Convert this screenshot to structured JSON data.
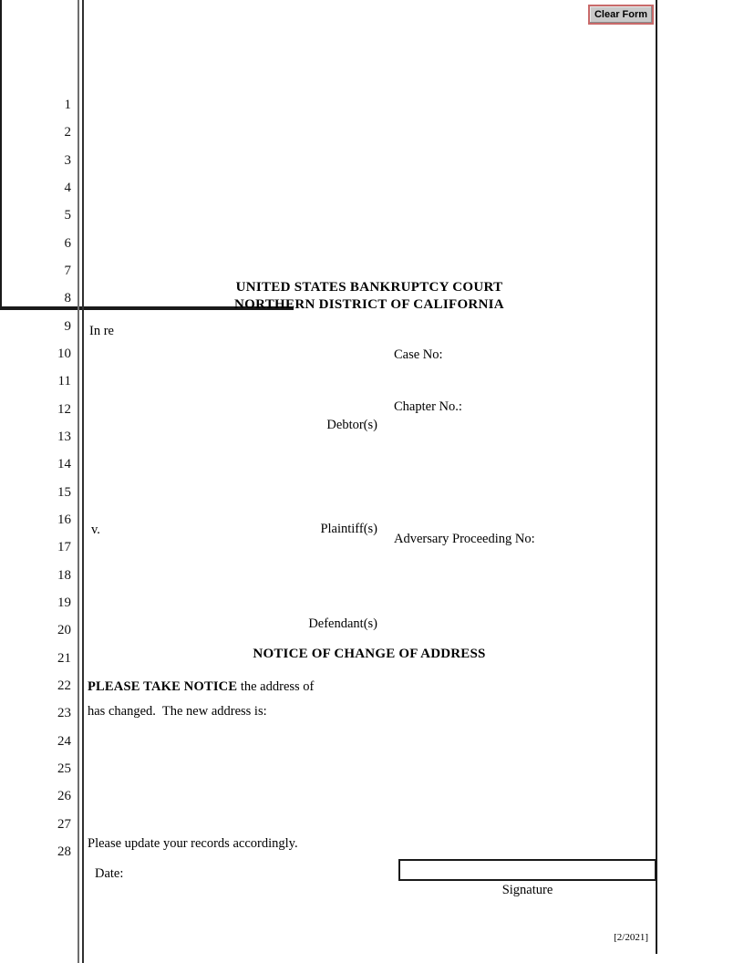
{
  "toolbar": {
    "clear_button_label": "Clear Form"
  },
  "line_numbers": [
    "1",
    "2",
    "3",
    "4",
    "5",
    "6",
    "7",
    "8",
    "9",
    "10",
    "11",
    "12",
    "13",
    "14",
    "15",
    "16",
    "17",
    "18",
    "19",
    "20",
    "21",
    "22",
    "23",
    "24",
    "25",
    "26",
    "27",
    "28"
  ],
  "court": {
    "title_line1": "UNITED STATES BANKRUPTCY COURT",
    "title_line2": "NORTHERN DISTRICT OF CALIFORNIA"
  },
  "caption": {
    "in_re_label": "In re",
    "debtor_label": "Debtor(s)",
    "versus_label": "v.",
    "plaintiff_label": "Plaintiff(s)",
    "defendant_label": "Defendant(s)",
    "case_no_label": "Case No:",
    "chapter_no_label": "Chapter No.:",
    "adversary_no_label": "Adversary Proceeding No:"
  },
  "notice": {
    "heading": "NOTICE OF CHANGE OF ADDRESS",
    "take_notice_bold": "PLEASE TAKE NOTICE",
    "take_notice_rest": " the address of",
    "changed_line": "has changed.  The new address is:",
    "update_line": "Please update your records accordingly.",
    "date_label": "Date:",
    "signature_label": "Signature"
  },
  "footer": {
    "revision_tag": "[2/2021]"
  },
  "colors": {
    "clear_button_border": "#c96a6a",
    "clear_button_bg": "#c9c9c9",
    "rule_dark": "#1a1a1a",
    "rule_gray": "#6e6e6e"
  }
}
